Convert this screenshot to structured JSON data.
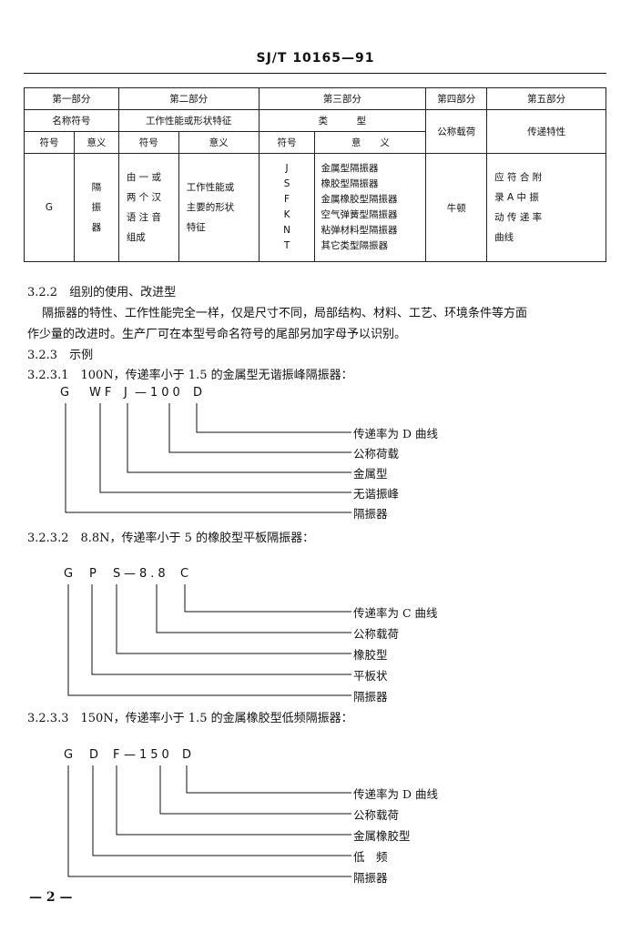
{
  "header": {
    "standard_number": "SJ/T 10165—91"
  },
  "table": {
    "part_headers": [
      "第一部分",
      "第二部分",
      "第三部分",
      "第四部分",
      "第五部分"
    ],
    "sub_headers": [
      "名称符号",
      "工作性能或形状特征",
      "类　　　型",
      "公称载荷",
      "传递特性"
    ],
    "col_headers": [
      "符号",
      "意义",
      "符号",
      "意义",
      "符号",
      "意　　义"
    ],
    "row": {
      "p1_symbol": "G",
      "p1_meaning": "隔\n振\n器",
      "p2_symbol": "由 一 或\n两 个 汉\n语 注 音\n组成",
      "p2_meaning": "工作性能或\n主要的形状\n特征",
      "p3_symbols": "J\nS\nF\nK\nN\nT",
      "p3_meanings": "金属型隔振器\n橡胶型隔振器\n金属橡胶型隔振器\n空气弹簧型隔振器\n粘弹材料型隔振器\n其它类型隔振器",
      "p4": "牛顿",
      "p5": "应 符 合 附\n录 A 中 振\n动 传 递 率\n曲线"
    }
  },
  "section_322": {
    "heading": "3.2.2　组别的使用、改进型",
    "para1": "隔振器的特性、工作性能完全一样，仅是尺寸不同，局部结构、材料、工艺、环境条件等方面",
    "para2": "作少量的改进时。生产厂可在本型号命名符号的尾部另加字母予以识别。"
  },
  "section_323": {
    "heading": "3.2.3　示例"
  },
  "examples": [
    {
      "title": "3.2.3.1　100N，传递率小于 1.5 的金属型无谐振峰隔振器：",
      "code": [
        "G",
        "WF",
        "J",
        "—100",
        "D"
      ],
      "labels": [
        "传递率为 D 曲线",
        "公称荷载",
        "金属型",
        "无谐振峰",
        "隔振器"
      ]
    },
    {
      "title": "3.2.3.2　8.8N，传递率小于 5 的橡胶型平板隔振器：",
      "code": [
        "G",
        "P",
        "S",
        "—8.8",
        "C"
      ],
      "labels": [
        "传递率为 C 曲线",
        "公称载荷",
        "橡胶型",
        "平板状",
        "隔振器"
      ]
    },
    {
      "title": "3.2.3.3　150N，传递率小于 1.5 的金属橡胶型低频隔振器：",
      "code": [
        "G",
        "D",
        "F",
        "—150",
        "D"
      ],
      "labels": [
        "传递率为 D 曲线",
        "公称载荷",
        "金属橡胶型",
        "低　频",
        "隔振器"
      ]
    }
  ],
  "footer": {
    "page_number": "— 2 —"
  }
}
